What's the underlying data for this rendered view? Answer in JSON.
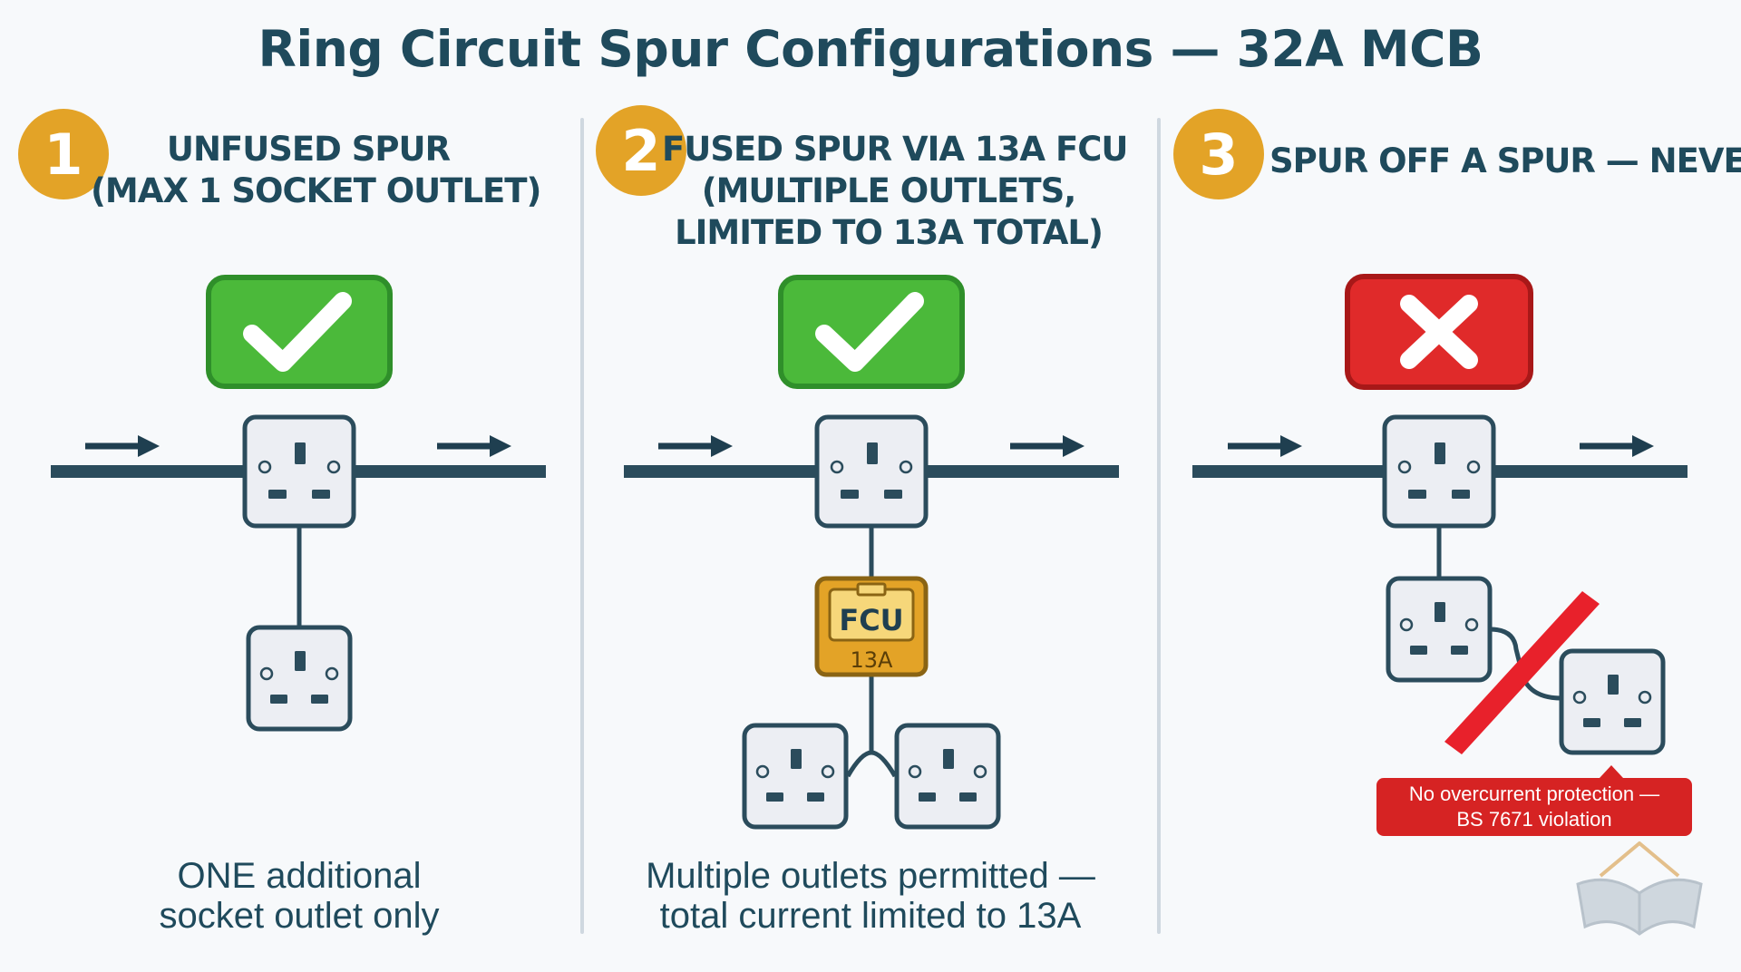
{
  "title": "Ring Circuit Spur Configurations — 32A MCB",
  "panels": [
    {
      "number": "1",
      "heading_lines": [
        "UNFUSED SPUR",
        "(MAX 1 SOCKET OUTLET)"
      ],
      "status": "allowed",
      "caption_lines": [
        "ONE additional",
        "socket outlet only"
      ]
    },
    {
      "number": "2",
      "heading_lines": [
        "FUSED SPUR VIA 13A FCU",
        "(MULTIPLE OUTLETS,",
        "LIMITED TO 13A TOTAL)"
      ],
      "status": "allowed",
      "fcu_label": "FCU",
      "fcu_rating": "13A",
      "caption_lines": [
        "Multiple outlets permitted —",
        "total current limited to 13A"
      ]
    },
    {
      "number": "3",
      "heading_lines": [
        "SPUR OFF A SPUR — NEVER"
      ],
      "status": "forbidden",
      "warning_lines": [
        "No overcurrent protection —",
        "BS 7671 violation"
      ]
    }
  ],
  "colors": {
    "title": "#1f4a5c",
    "badge": "#e3a327",
    "allowed": "#46b336",
    "forbidden": "#e02a2a",
    "cable": "#2b4c5c",
    "fcu": "#e3a327"
  },
  "icons": {
    "allowed": "check-icon",
    "forbidden": "cross-icon",
    "socket": "socket-outlet-icon",
    "flow": "arrow-right-icon",
    "logo": "house-book-logo-icon"
  }
}
